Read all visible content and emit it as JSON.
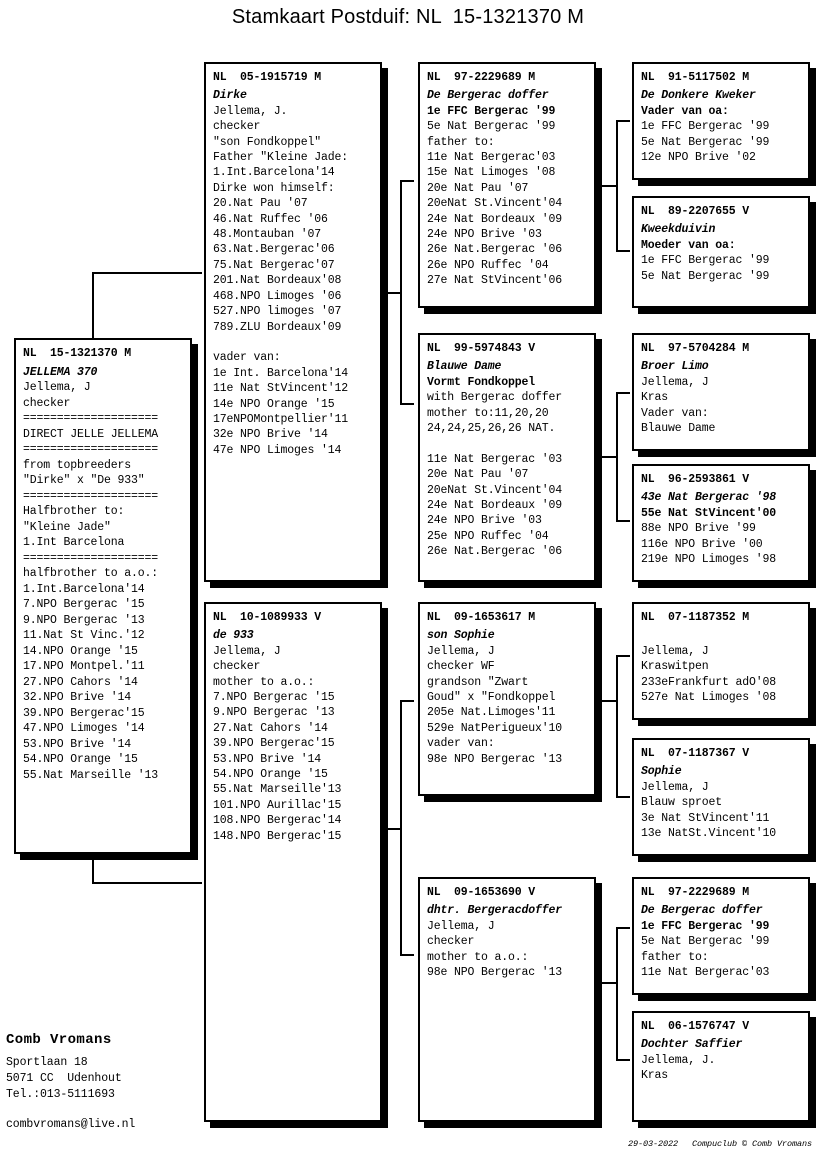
{
  "title": "Stamkaart Postduif: NL  15-1321370 M",
  "boxes": {
    "subject": {
      "id": "NL  15-1321370 M",
      "lines": [
        {
          "t": "JELLEMA 370",
          "s": "nick"
        },
        {
          "t": "Jellema, J",
          "s": ""
        },
        {
          "t": "checker",
          "s": ""
        },
        {
          "t": "====================",
          "s": ""
        },
        {
          "t": "DIRECT JELLE JELLEMA",
          "s": ""
        },
        {
          "t": "====================",
          "s": ""
        },
        {
          "t": "from topbreeders",
          "s": ""
        },
        {
          "t": "\"Dirke\" x \"De 933\"",
          "s": ""
        },
        {
          "t": "====================",
          "s": ""
        },
        {
          "t": "Halfbrother to:",
          "s": ""
        },
        {
          "t": "\"Kleine Jade\"",
          "s": ""
        },
        {
          "t": "1.Int Barcelona",
          "s": ""
        },
        {
          "t": "====================",
          "s": ""
        },
        {
          "t": "halfbrother to a.o.:",
          "s": ""
        },
        {
          "t": "1.Int.Barcelona'14",
          "s": ""
        },
        {
          "t": "7.NPO Bergerac '15",
          "s": ""
        },
        {
          "t": "9.NPO Bergerac '13",
          "s": ""
        },
        {
          "t": "11.Nat St Vinc.'12",
          "s": ""
        },
        {
          "t": "14.NPO Orange '15",
          "s": ""
        },
        {
          "t": "17.NPO Montpel.'11",
          "s": ""
        },
        {
          "t": "27.NPO Cahors '14",
          "s": ""
        },
        {
          "t": "32.NPO Brive '14",
          "s": ""
        },
        {
          "t": "39.NPO Bergerac'15",
          "s": ""
        },
        {
          "t": "47.NPO Limoges '14",
          "s": ""
        },
        {
          "t": "53.NPO Brive '14",
          "s": ""
        },
        {
          "t": "54.NPO Orange '15",
          "s": ""
        },
        {
          "t": "55.Nat Marseille '13",
          "s": ""
        }
      ]
    },
    "father": {
      "id": "NL  05-1915719 M",
      "lines": [
        {
          "t": "Dirke",
          "s": "nick"
        },
        {
          "t": "Jellema, J.",
          "s": ""
        },
        {
          "t": "checker",
          "s": ""
        },
        {
          "t": "\"son Fondkoppel\"",
          "s": ""
        },
        {
          "t": "Father \"Kleine Jade:",
          "s": ""
        },
        {
          "t": "1.Int.Barcelona'14",
          "s": ""
        },
        {
          "t": "Dirke won himself:",
          "s": ""
        },
        {
          "t": "20.Nat Pau '07",
          "s": ""
        },
        {
          "t": "46.Nat Ruffec '06",
          "s": ""
        },
        {
          "t": "48.Montauban '07",
          "s": ""
        },
        {
          "t": "63.Nat.Bergerac'06",
          "s": ""
        },
        {
          "t": "75.Nat Bergerac'07",
          "s": ""
        },
        {
          "t": "201.Nat Bordeaux'08",
          "s": ""
        },
        {
          "t": "468.NPO Limoges '06",
          "s": ""
        },
        {
          "t": "527.NPO limoges '07",
          "s": ""
        },
        {
          "t": "789.ZLU Bordeaux'09",
          "s": ""
        },
        {
          "t": "",
          "s": "blank"
        },
        {
          "t": "vader van:",
          "s": ""
        },
        {
          "t": "1e Int. Barcelona'14",
          "s": ""
        },
        {
          "t": "11e Nat StVincent'12",
          "s": ""
        },
        {
          "t": "14e NPO Orange '15",
          "s": ""
        },
        {
          "t": "17eNPOMontpellier'11",
          "s": ""
        },
        {
          "t": "32e NPO Brive '14",
          "s": ""
        },
        {
          "t": "47e NPO Limoges '14",
          "s": ""
        }
      ]
    },
    "mother": {
      "id": "NL  10-1089933 V",
      "lines": [
        {
          "t": "de 933",
          "s": "nick"
        },
        {
          "t": "Jellema, J",
          "s": ""
        },
        {
          "t": "checker",
          "s": ""
        },
        {
          "t": "mother to a.o.:",
          "s": ""
        },
        {
          "t": "7.NPO Bergerac '15",
          "s": ""
        },
        {
          "t": "9.NPO Bergerac '13",
          "s": ""
        },
        {
          "t": "27.Nat Cahors '14",
          "s": ""
        },
        {
          "t": "39.NPO Bergerac'15",
          "s": ""
        },
        {
          "t": "53.NPO Brive '14",
          "s": ""
        },
        {
          "t": "54.NPO Orange '15",
          "s": ""
        },
        {
          "t": "55.Nat Marseille'13",
          "s": ""
        },
        {
          "t": "101.NPO Aurillac'15",
          "s": ""
        },
        {
          "t": "108.NPO Bergerac'14",
          "s": ""
        },
        {
          "t": "148.NPO Bergerac'15",
          "s": ""
        }
      ]
    },
    "ff": {
      "id": "NL  97-2229689 M",
      "lines": [
        {
          "t": "De Bergerac doffer",
          "s": "nick"
        },
        {
          "t": "1e FFC Bergerac '99",
          "s": "strong"
        },
        {
          "t": "5e Nat Bergerac '99",
          "s": ""
        },
        {
          "t": "father to:",
          "s": ""
        },
        {
          "t": "11e Nat Bergerac'03",
          "s": ""
        },
        {
          "t": "15e Nat Limoges '08",
          "s": ""
        },
        {
          "t": "20e Nat Pau '07",
          "s": ""
        },
        {
          "t": "20eNat St.Vincent'04",
          "s": ""
        },
        {
          "t": "24e Nat Bordeaux '09",
          "s": ""
        },
        {
          "t": "24e NPO Brive '03",
          "s": ""
        },
        {
          "t": "26e Nat.Bergerac '06",
          "s": ""
        },
        {
          "t": "26e NPO Ruffec '04",
          "s": ""
        },
        {
          "t": "27e Nat StVincent'06",
          "s": ""
        }
      ]
    },
    "fm": {
      "id": "NL  99-5974843 V",
      "lines": [
        {
          "t": "Blauwe Dame",
          "s": "nick"
        },
        {
          "t": "Vormt Fondkoppel",
          "s": "strong"
        },
        {
          "t": "with Bergerac doffer",
          "s": ""
        },
        {
          "t": "mother to:11,20,20",
          "s": ""
        },
        {
          "t": "24,24,25,26,26 NAT.",
          "s": ""
        },
        {
          "t": "",
          "s": "blank"
        },
        {
          "t": "11e Nat Bergerac '03",
          "s": ""
        },
        {
          "t": "20e Nat Pau '07",
          "s": ""
        },
        {
          "t": "20eNat St.Vincent'04",
          "s": ""
        },
        {
          "t": "24e Nat Bordeaux '09",
          "s": ""
        },
        {
          "t": "24e NPO Brive '03",
          "s": ""
        },
        {
          "t": "25e NPO Ruffec '04",
          "s": ""
        },
        {
          "t": "26e Nat.Bergerac '06",
          "s": ""
        }
      ]
    },
    "mf": {
      "id": "NL  09-1653617 M",
      "lines": [
        {
          "t": "son Sophie",
          "s": "nick"
        },
        {
          "t": "Jellema, J",
          "s": ""
        },
        {
          "t": "checker WF",
          "s": ""
        },
        {
          "t": "grandson \"Zwart",
          "s": ""
        },
        {
          "t": "Goud\" x \"Fondkoppel",
          "s": ""
        },
        {
          "t": "205e Nat.Limoges'11",
          "s": ""
        },
        {
          "t": "529e NatPerigueux'10",
          "s": ""
        },
        {
          "t": "vader van:",
          "s": ""
        },
        {
          "t": "98e NPO Bergerac '13",
          "s": ""
        }
      ]
    },
    "mm": {
      "id": "NL  09-1653690 V",
      "lines": [
        {
          "t": "dhtr. Bergeracdoffer",
          "s": "nick"
        },
        {
          "t": "Jellema, J",
          "s": ""
        },
        {
          "t": "checker",
          "s": ""
        },
        {
          "t": "mother to a.o.:",
          "s": ""
        },
        {
          "t": "98e NPO Bergerac '13",
          "s": ""
        }
      ]
    },
    "fff": {
      "id": "NL  91-5117502 M",
      "lines": [
        {
          "t": "De Donkere Kweker",
          "s": "nick"
        },
        {
          "t": "Vader van oa:",
          "s": "strong"
        },
        {
          "t": "1e FFC Bergerac '99",
          "s": ""
        },
        {
          "t": "5e Nat Bergerac '99",
          "s": ""
        },
        {
          "t": "12e NPO Brive '02",
          "s": ""
        }
      ]
    },
    "ffm": {
      "id": "NL  89-2207655 V",
      "lines": [
        {
          "t": "Kweekduivin",
          "s": "nick"
        },
        {
          "t": "Moeder van oa:",
          "s": "strong"
        },
        {
          "t": "1e FFC Bergerac '99",
          "s": ""
        },
        {
          "t": "5e Nat Bergerac '99",
          "s": ""
        }
      ]
    },
    "fmf": {
      "id": "NL  97-5704284 M",
      "lines": [
        {
          "t": "Broer Limo",
          "s": "nick"
        },
        {
          "t": "Jellema, J",
          "s": ""
        },
        {
          "t": "Kras",
          "s": ""
        },
        {
          "t": "Vader van:",
          "s": ""
        },
        {
          "t": "Blauwe Dame",
          "s": ""
        }
      ]
    },
    "fmm": {
      "id": "NL  96-2593861 V",
      "lines": [
        {
          "t": "43e Nat Bergerac '98",
          "s": "nick"
        },
        {
          "t": "55e Nat StVincent'00",
          "s": "strong"
        },
        {
          "t": "88e NPO Brive '99",
          "s": ""
        },
        {
          "t": "116e NPO Brive '00",
          "s": ""
        },
        {
          "t": "219e NPO Limoges '98",
          "s": ""
        }
      ]
    },
    "mff": {
      "id": "NL  07-1187352 M",
      "lines": [
        {
          "t": "",
          "s": "blank"
        },
        {
          "t": "Jellema, J",
          "s": ""
        },
        {
          "t": "Kraswitpen",
          "s": ""
        },
        {
          "t": "233eFrankfurt adO'08",
          "s": ""
        },
        {
          "t": "527e Nat Limoges '08",
          "s": ""
        }
      ]
    },
    "mfm": {
      "id": "NL  07-1187367 V",
      "lines": [
        {
          "t": "Sophie",
          "s": "nick"
        },
        {
          "t": "Jellema, J",
          "s": ""
        },
        {
          "t": "Blauw sproet",
          "s": ""
        },
        {
          "t": "3e Nat StVincent'11",
          "s": ""
        },
        {
          "t": "13e NatSt.Vincent'10",
          "s": ""
        }
      ]
    },
    "mmf": {
      "id": "NL  97-2229689 M",
      "lines": [
        {
          "t": "De Bergerac doffer",
          "s": "nick"
        },
        {
          "t": "1e FFC Bergerac '99",
          "s": "strong"
        },
        {
          "t": "5e Nat Bergerac '99",
          "s": ""
        },
        {
          "t": "father to:",
          "s": ""
        },
        {
          "t": "11e Nat Bergerac'03",
          "s": ""
        }
      ]
    },
    "mmm": {
      "id": "NL  06-1576747 V",
      "lines": [
        {
          "t": "Dochter Saffier",
          "s": "nick"
        },
        {
          "t": "Jellema, J.",
          "s": ""
        },
        {
          "t": "Kras",
          "s": ""
        }
      ]
    }
  },
  "owner": {
    "name": "Comb Vromans",
    "address": "Sportlaan 18",
    "city": "5071 CC  Udenhout",
    "phone": "Tel.:013-5111693",
    "email": "combvromans@live.nl"
  },
  "footer": {
    "date": "29-03-2022",
    "credit": "Compuclub © Comb Vromans"
  }
}
